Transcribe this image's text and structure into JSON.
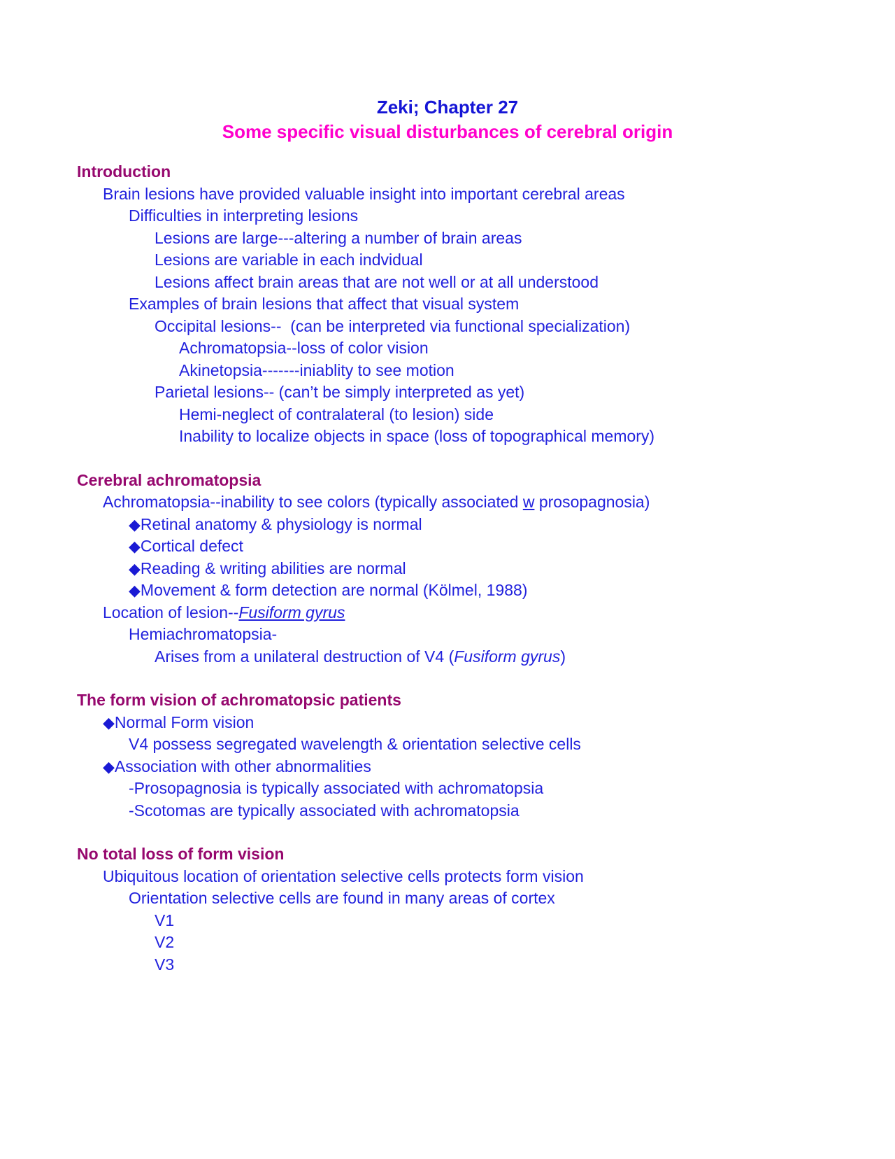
{
  "document": {
    "title_line1": "Zeki; Chapter 27",
    "title_line2": "Some specific visual disturbances of cerebral origin",
    "colors": {
      "title_primary": "#1515d6",
      "title_secondary": "#ff00cc",
      "heading": "#96086e",
      "body": "#2222dd",
      "bullet": "#1a1ad4",
      "background": "#ffffff"
    },
    "bullet_glyph": "◆",
    "sections": [
      {
        "heading": "Introduction",
        "lines": [
          {
            "text": "Brain lesions have provided valuable insight into important cerebral areas",
            "level": 1
          },
          {
            "text": "Difficulties in interpreting lesions",
            "level": 2
          },
          {
            "text": "Lesions are large---altering a number of brain areas",
            "level": 3
          },
          {
            "text": "Lesions are variable in each indvidual",
            "level": 3
          },
          {
            "text": "Lesions affect brain areas that are not well or at all understood",
            "level": 3
          },
          {
            "text": "Examples of brain lesions that affect that visual system",
            "level": 2
          },
          {
            "text": "Occipital lesions--  (can be interpreted via functional specialization)",
            "level": 3
          },
          {
            "text": "Achromatopsia--loss of color vision",
            "level": 4
          },
          {
            "text": "Akinetopsia-------iniablity to see motion",
            "level": 4
          },
          {
            "text": "Parietal lesions-- (can’t be simply interpreted as yet)",
            "level": 3
          },
          {
            "text": "Hemi-neglect of contralateral (to lesion) side",
            "level": 4
          },
          {
            "text": "Inability to localize objects in space (loss of topographical memory)",
            "level": 4
          }
        ]
      },
      {
        "heading": "Cerebral achromatopsia",
        "lines": [
          {
            "text_pre": "Achromatopsia--inability to see colors (typically associated ",
            "emph": "w",
            "emph_style": "underline",
            "text_post": " prosopagnosia)",
            "level": 1
          },
          {
            "bullet": true,
            "text": "Retinal anatomy & physiology is normal",
            "level": "deep"
          },
          {
            "bullet": true,
            "text": "Cortical defect",
            "level": "deep"
          },
          {
            "bullet": true,
            "text": "Reading & writing abilities are normal",
            "level": "deep"
          },
          {
            "bullet": true,
            "text": "Movement & form detection are normal (Kölmel, 1988)",
            "level": "deep"
          },
          {
            "text_pre": "Location of lesion--",
            "emph": "Fusiform gyrus",
            "emph_style": "italic-underline",
            "text_post": "",
            "level": 1
          },
          {
            "text": "Hemiachromatopsia-",
            "level": 2
          },
          {
            "text_pre": "Arises from a unilateral destruction of V4 (",
            "emph": "Fusiform gyrus",
            "emph_style": "italic",
            "text_post": ")",
            "level": 3
          }
        ]
      },
      {
        "heading": "The form vision of achromatopsic patients",
        "lines": [
          {
            "bullet": true,
            "text": "Normal Form vision",
            "level": "shallow"
          },
          {
            "text": "V4 possess segregated wavelength & orientation selective cells",
            "level": 2
          },
          {
            "bullet": true,
            "text": "Association with other abnormalities",
            "level": "shallow"
          },
          {
            "text": "-Prosopagnosia is typically associated with achromatopsia",
            "level": 2
          },
          {
            "text": "-Scotomas are typically associated with achromatopsia",
            "level": 2
          }
        ]
      },
      {
        "heading": "No total loss of form vision",
        "lines": [
          {
            "text": "Ubiquitous location of orientation selective cells protects form vision",
            "level": 1
          },
          {
            "text": "Orientation selective cells are found in many areas of cortex",
            "level": 2
          },
          {
            "text": "V1",
            "level": 3
          },
          {
            "text": "V2",
            "level": 3
          },
          {
            "text": "V3",
            "level": 3
          }
        ]
      }
    ]
  }
}
